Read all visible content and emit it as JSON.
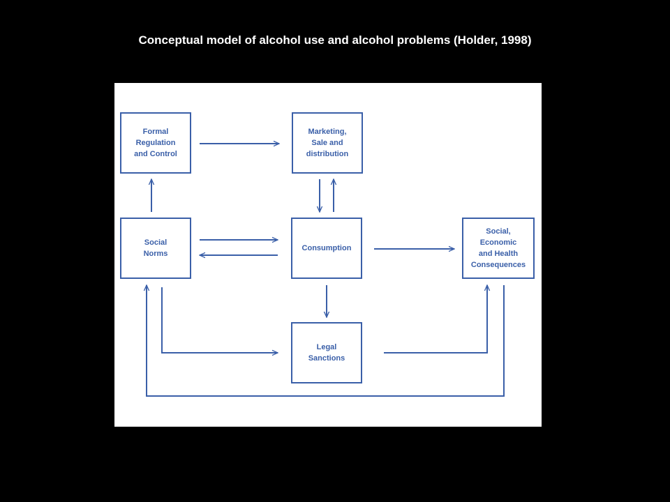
{
  "slide": {
    "title": "Conceptual model of alcohol use and alcohol problems (Holder, 1998)"
  },
  "diagram": {
    "nodes": {
      "formal_regulation": "Formal\nRegulation\nand Control",
      "marketing": "Marketing,\nSale and\ndistribution",
      "social_norms": "Social\nNorms",
      "consumption": "Consumption",
      "consequences": "Social,\nEconomic\nand Health\nConsequences",
      "legal_sanctions": "Legal\nSanctions"
    },
    "line_color": "#3a5fa8",
    "background_color": "#ffffff"
  }
}
